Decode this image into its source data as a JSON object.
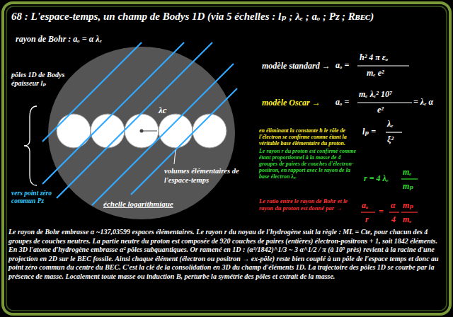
{
  "diagram": {
    "title": "68 : L'espace-temps, un champ de Bodys 1D (via 5 échelles : lₚ ; λₑ ; aₒ ; Pᴢ ; Rʙᴇᴄ)",
    "caption": "Le rayon de Bohr embrasse α ~137,03599 espaces élémentaires. Le rayon r du noyau de l'hydrogène suit la règle : ML = Cte, pour chacun des 4 groupes de couches neutres. La partie neutre du proton est composée de 920 couches de paires (entières) électron-positrons + 1, soit 1842 éléments. En 3D l'atome d'hydrogène embrasse α² pôles subquantiques. Or ramené en 1D : (α³/1842)^1/3 ~ 3 α^1/2 / π (à 10⁵ près) revient à la racine d'une projection en 2D sur le BEC fossile. Ainsi chaque élément (électron ou positron → ex-pôle) reste bien couplé à un pôle de l'espace temps et donc au point zéro commun du centre du BEC. C'est la clé de la consolidation en 3D du champ d'éléments 1D. La trajectoire des pôles 1D se courbe par la présence de masse. Localement toute masse ou induction B, perturbe la symétrie des pôles et extrait de la masse.",
    "labels": [
      "rayon de Bohr : aₒ = α λₑ",
      "pôles 1D de Bodys épaisseur lₚ",
      "λc",
      "r",
      "volumes élémentaires de l'espace-temps",
      "vers point zéro commun Pᴢ",
      "échelle logarithmique",
      "modèle standard →",
      "aₒ =",
      "ħ² 4 π εₒ",
      "mₑ e²",
      "modèle Oscar →",
      "aₒ =",
      "mₑ λₑ² 10⁷",
      "e²",
      "= λₑ α",
      "lₚ =",
      "λₑ",
      "ξ²",
      "en éliminant la constante ħ le rôle de l'électron se confirme comme étant la véritable base élémentaire du proton.",
      "Le rayon r du proton est confirmé comme étant proportionnel à la masse de 4 groupes de paires de couches d'électron-positron, en rapport avec le rayon de la base électron λₑ.",
      "r = 4 λₑ",
      "mₑ",
      "mₚ",
      "Le ratio entre le rayon de Bohr et le rayon du proton est donné par →",
      "aₒ",
      "r",
      "=",
      "α",
      "4",
      "mₚ",
      "mₑ"
    ]
  }
}
